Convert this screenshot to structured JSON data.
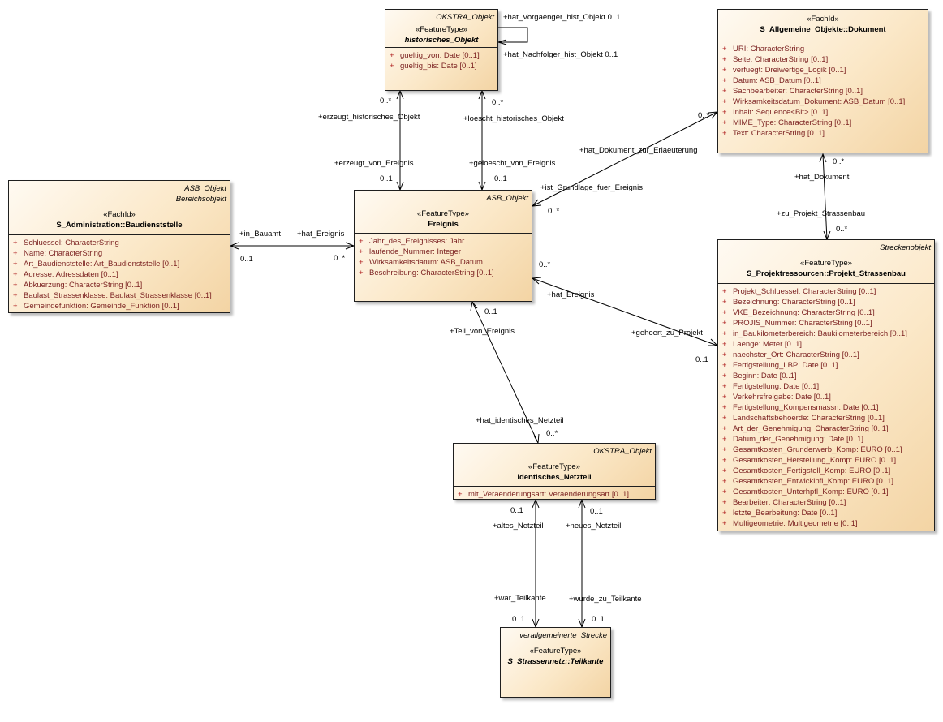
{
  "classes": {
    "hist": {
      "parent": "OKSTRA_Objekt",
      "stereotype": "«FeatureType»",
      "name": "historisches_Objekt",
      "attributes": [
        {
          "vis": "+",
          "text": "gueltig_von: Date [0..1]"
        },
        {
          "vis": "+",
          "text": "gueltig_bis: Date [0..1]"
        }
      ]
    },
    "dok": {
      "stereotype": "«FachId»",
      "name": "S_Allgemeine_Objekte::Dokument",
      "attributes": [
        {
          "vis": "+",
          "text": "URI: CharacterString"
        },
        {
          "vis": "+",
          "text": "Seite: CharacterString [0..1]"
        },
        {
          "vis": "+",
          "text": "verfuegt: Dreiwertige_Logik [0..1]"
        },
        {
          "vis": "+",
          "text": "Datum: ASB_Datum [0..1]"
        },
        {
          "vis": "+",
          "text": "Sachbearbeiter: CharacterString [0..1]"
        },
        {
          "vis": "+",
          "text": "Wirksamkeitsdatum_Dokument: ASB_Datum [0..1]"
        },
        {
          "vis": "+",
          "text": "Inhalt: Sequence<Bit> [0..1]"
        },
        {
          "vis": "+",
          "text": "MIME_Type: CharacterString [0..1]"
        },
        {
          "vis": "+",
          "text": "Text: CharacterString [0..1]"
        }
      ]
    },
    "bau": {
      "parent": "ASB_Objekt",
      "parent2": "Bereichsobjekt",
      "stereotype": "«FachId»",
      "name": "S_Administration::Baudienststelle",
      "attributes": [
        {
          "vis": "+",
          "text": "Schluessel: CharacterString"
        },
        {
          "vis": "+",
          "text": "Name: CharacterString"
        },
        {
          "vis": "+",
          "text": "Art_Baudienststelle: Art_Baudienststelle [0..1]"
        },
        {
          "vis": "+",
          "text": "Adresse: Adressdaten [0..1]"
        },
        {
          "vis": "+",
          "text": "Abkuerzung: CharacterString [0..1]"
        },
        {
          "vis": "+",
          "text": "Baulast_Strassenklasse: Baulast_Strassenklasse [0..1]"
        },
        {
          "vis": "+",
          "text": "Gemeindefunktion: Gemeinde_Funktion [0..1]"
        }
      ]
    },
    "ereignis": {
      "parent": "ASB_Objekt",
      "stereotype": "«FeatureType»",
      "name": "Ereignis",
      "attributes": [
        {
          "vis": "+",
          "text": "Jahr_des_Ereignisses: Jahr"
        },
        {
          "vis": "+",
          "text": "laufende_Nummer: Integer"
        },
        {
          "vis": "+",
          "text": "Wirksamkeitsdatum: ASB_Datum"
        },
        {
          "vis": "+",
          "text": "Beschreibung: CharacterString [0..1]"
        }
      ]
    },
    "projekt": {
      "parent": "Streckenobjekt",
      "stereotype": "«FeatureType»",
      "name": "S_Projektressourcen::Projekt_Strassenbau",
      "attributes": [
        {
          "vis": "+",
          "text": "Projekt_Schluessel: CharacterString [0..1]"
        },
        {
          "vis": "+",
          "text": "Bezeichnung: CharacterString [0..1]"
        },
        {
          "vis": "+",
          "text": "VKE_Bezeichnung: CharacterString [0..1]"
        },
        {
          "vis": "+",
          "text": "PROJIS_Nummer: CharacterString [0..1]"
        },
        {
          "vis": "+",
          "text": "in_Baukilometerbereich: Baukilometerbereich [0..1]"
        },
        {
          "vis": "+",
          "text": "Laenge: Meter [0..1]"
        },
        {
          "vis": "+",
          "text": "naechster_Ort: CharacterString [0..1]"
        },
        {
          "vis": "+",
          "text": "Fertigstellung_LBP: Date [0..1]"
        },
        {
          "vis": "+",
          "text": "Beginn: Date [0..1]"
        },
        {
          "vis": "+",
          "text": "Fertigstellung: Date [0..1]"
        },
        {
          "vis": "+",
          "text": "Verkehrsfreigabe: Date [0..1]"
        },
        {
          "vis": "+",
          "text": "Fertigstellung_Kompensmassn: Date [0..1]"
        },
        {
          "vis": "+",
          "text": "Landschaftsbehoerde: CharacterString [0..1]"
        },
        {
          "vis": "+",
          "text": "Art_der_Genehmigung: CharacterString [0..1]"
        },
        {
          "vis": "+",
          "text": "Datum_der_Genehmigung: Date [0..1]"
        },
        {
          "vis": "+",
          "text": "Gesamtkosten_Grunderwerb_Komp: EURO [0..1]"
        },
        {
          "vis": "+",
          "text": "Gesamtkosten_Herstellung_Komp: EURO [0..1]"
        },
        {
          "vis": "+",
          "text": "Gesamtkosten_Fertigstell_Komp: EURO [0..1]"
        },
        {
          "vis": "+",
          "text": "Gesamtkosten_Entwicklpfl_Komp: EURO [0..1]"
        },
        {
          "vis": "+",
          "text": "Gesamtkosten_Unterhpfl_Komp: EURO [0..1]"
        },
        {
          "vis": "+",
          "text": "Bearbeiter: CharacterString [0..1]"
        },
        {
          "vis": "+",
          "text": "letzte_Bearbeitung: Date [0..1]"
        },
        {
          "vis": "+",
          "text": "Multigeometrie: Multigeometrie [0..1]"
        }
      ]
    },
    "netz": {
      "parent": "OKSTRA_Objekt",
      "stereotype": "«FeatureType»",
      "name": "identisches_Netzteil",
      "attributes": [
        {
          "vis": "+",
          "text": "mit_Veraenderungsart: Veraenderungsart [0..1]"
        }
      ]
    },
    "teil": {
      "parent": "verallgemeinerte_Strecke",
      "stereotype": "«FeatureType»",
      "name": "S_Strassennetz::Teilkante"
    }
  },
  "labels": {
    "self_top": "+hat_Vorgaenger_hist_Objekt 0..1",
    "self_bottom": "+hat_Nachfolger_hist_Objekt 0..1",
    "erzeugt_hist": "+erzeugt_historisches_Objekt",
    "erzeugt_hist_mult": "0..*",
    "erzeugt_von": "+erzeugt_von_Ereignis",
    "erzeugt_von_mult": "0..1",
    "loescht_hist": "+loescht_historisches_Objekt",
    "loescht_hist_mult": "0..*",
    "geloescht_von": "+geloescht_von_Ereignis",
    "geloescht_von_mult": "0..1",
    "hat_dok_erl": "+hat_Dokument_zur_Erlaeuterung",
    "hat_dok_erl_mult": "0..*",
    "grundlage": "+ist_Grundlage_fuer_Ereignis",
    "grundlage_mult": "0..*",
    "hat_dok": "+hat_Dokument",
    "hat_dok_mult": "0..*",
    "zu_projekt": "+zu_Projekt_Strassenbau",
    "zu_projekt_mult": "0..*",
    "in_bauamt": "+in_Bauamt",
    "in_bauamt_mult": "0..1",
    "hat_ereignis_bau": "+hat_Ereignis",
    "hat_ereignis_bau_mult": "0..*",
    "hat_ereignis_proj": "+hat_Ereignis",
    "hat_ereignis_proj_mult": "0..*",
    "gehoert": "+gehoert_zu_Projekt",
    "gehoert_mult": "0..1",
    "teil_von": "+Teil_von_Ereignis",
    "teil_von_mult": "0..1",
    "hat_netz": "+hat_identisches_Netzteil",
    "hat_netz_mult": "0..*",
    "altes": "+altes_Netzteil",
    "altes_mult": "0..1",
    "neues": "+neues_Netzteil",
    "neues_mult": "0..1",
    "war": "+war_Teilkante",
    "war_mult": "0..1",
    "wurde": "+wurde_zu_Teilkante",
    "wurde_mult": "0..1"
  }
}
